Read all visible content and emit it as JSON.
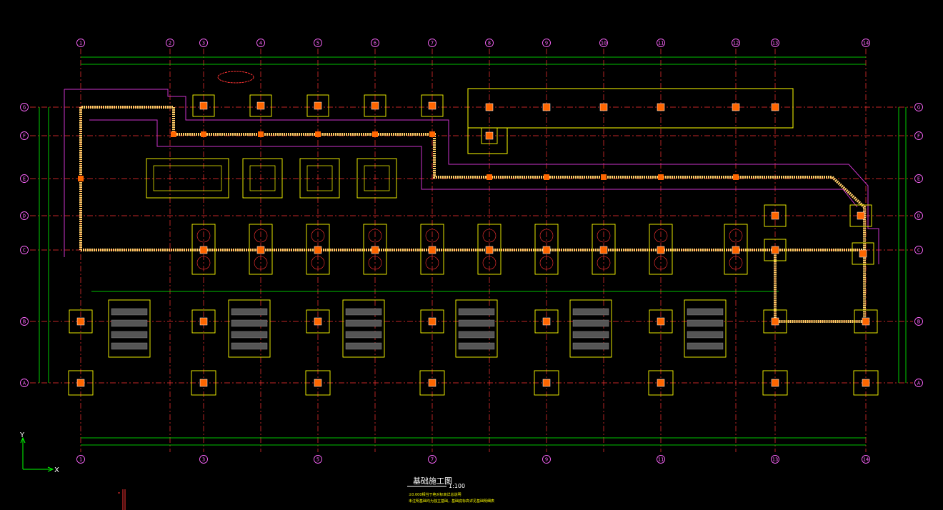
{
  "drawing": {
    "title": "基础施工图",
    "scale": "1:100",
    "note_1": "±0.000相当于绝对标高详总说明",
    "note_2": "未注明基础均为独立基础，基础底标高详见基础明细表"
  },
  "axes": {
    "x_label": "X",
    "y_label": "Y"
  },
  "grids": {
    "columns_top": [
      "1",
      "2",
      "3",
      "4",
      "5",
      "6",
      "7",
      "8",
      "9",
      "10",
      "11",
      "12",
      "13",
      "14"
    ],
    "columns_bottom": [
      "1",
      "3",
      "5",
      "7",
      "9",
      "11",
      "13",
      "14"
    ],
    "rows": [
      "G",
      "F",
      "E",
      "D",
      "C",
      "B",
      "A"
    ]
  },
  "colors": {
    "background": "#000000",
    "grid_line": "#ff3333",
    "dimension": "#00ff00",
    "footing": "#ffff00",
    "wall": "#ffcc66",
    "hatch": "#ff6600",
    "bubble": "#ff66ff",
    "annotation": "#00ff00",
    "title": "#ffffff",
    "outline": "#cc33cc",
    "revision_cloud": "#ff3333"
  }
}
